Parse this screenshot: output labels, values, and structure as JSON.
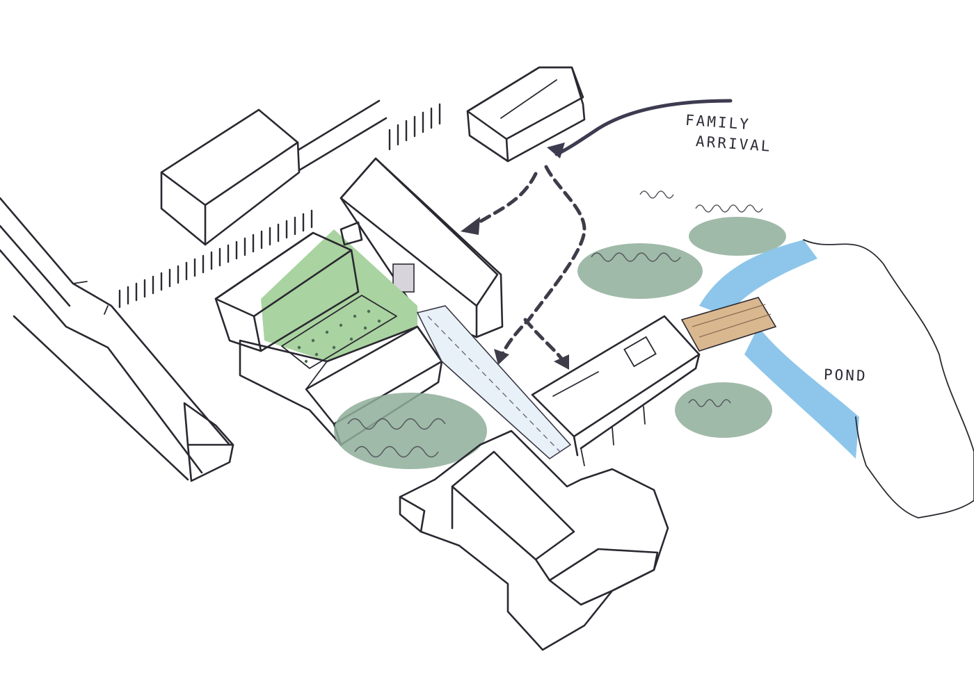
{
  "labels": {
    "family": "Family",
    "arrival": "Arrival",
    "pond": "Pond"
  },
  "colors": {
    "paper": "#ffffff",
    "ink": "#2a2830",
    "dark_roof": "#5a5862",
    "charcoal_barn": "#4d4b5a",
    "timber": "#8f6a58",
    "lawn": "#a9d3a0",
    "path": "#e8f1f8",
    "grey_house": "#9f9aa8",
    "water": "#8dc6ea",
    "deck": "#d9b890",
    "vegetation": "#8fae9a"
  },
  "icons": [
    "arrival-arrow-icon"
  ]
}
